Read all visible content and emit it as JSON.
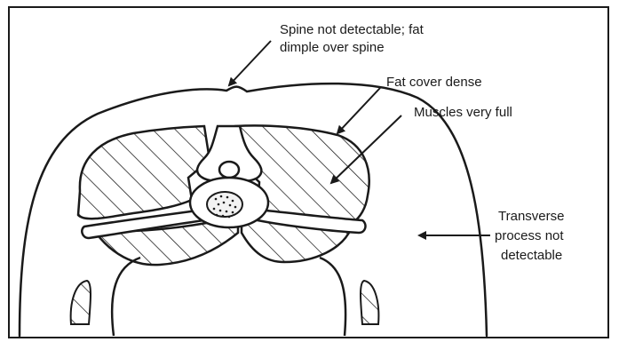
{
  "figure": {
    "annotations": {
      "spine": [
        "Spine not detectable; fat",
        "dimple over spine"
      ],
      "fat_cover": "Fat cover dense",
      "muscles": "Muscles very full",
      "transverse": [
        "Transverse",
        "process not",
        "detectable"
      ]
    }
  },
  "colors": {
    "line": "#1a1a1a",
    "background": "#ffffff",
    "vertebra_fill": "#f2f2f2"
  }
}
